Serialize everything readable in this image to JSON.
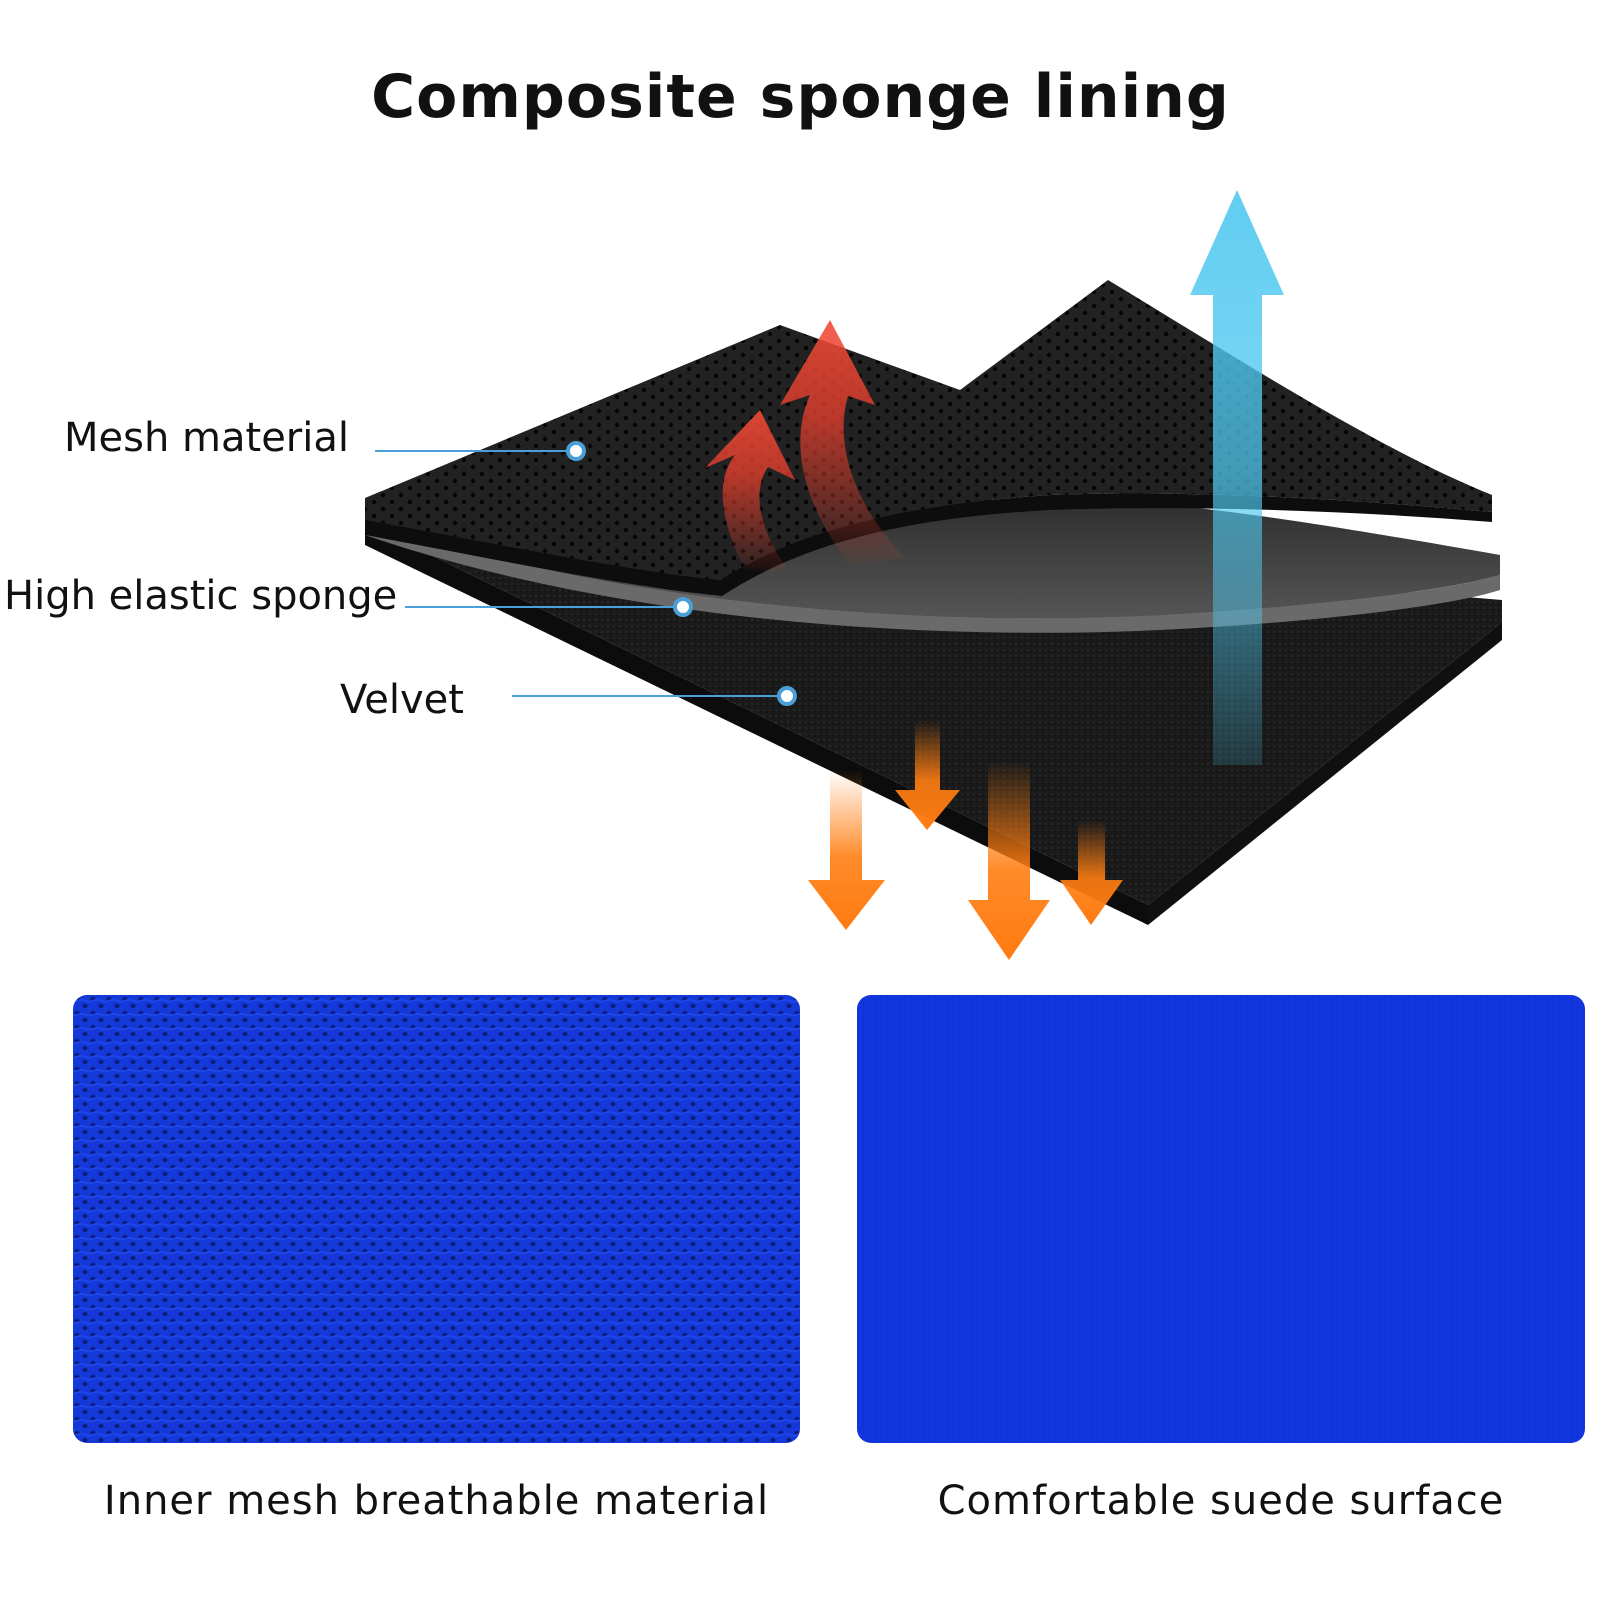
{
  "title": "Composite sponge lining",
  "layers": {
    "mesh": "Mesh material",
    "sponge": "High elastic sponge",
    "velvet": "Velvet"
  },
  "panels": [
    {
      "caption": "Inner mesh breathable material",
      "color": "#1538d8"
    },
    {
      "caption": "Comfortable suede surface",
      "color": "#1136e0"
    }
  ],
  "colors": {
    "layer_dark": "#1c1c1c",
    "arrow_hot": "#e8402e",
    "arrow_cool": "#4fc8ef",
    "arrow_down": "#ff7e12",
    "leader": "#4a9fd6"
  }
}
